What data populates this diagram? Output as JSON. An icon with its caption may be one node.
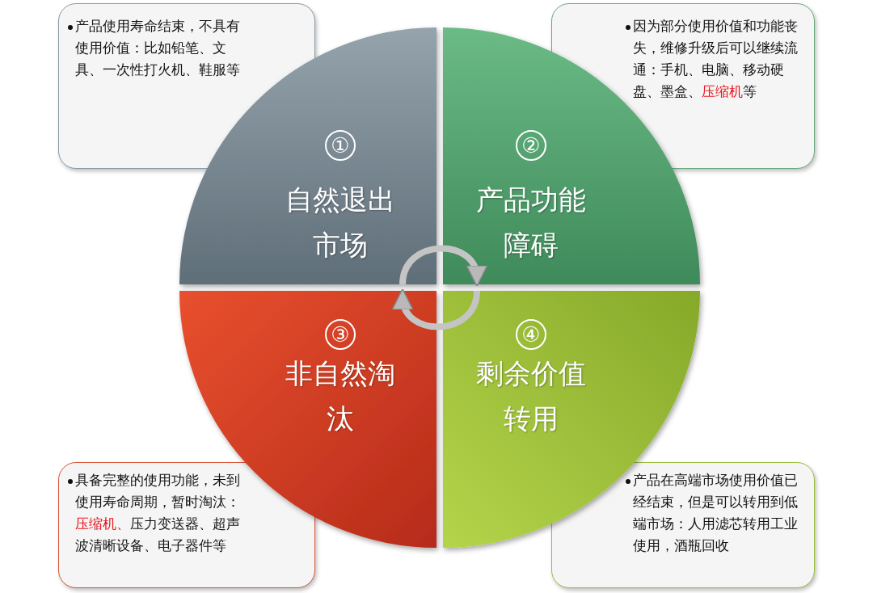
{
  "diagram": {
    "nodes": [
      {
        "text": [
          "产品使用寿命结束，不具有使用价值：比如铅笔、文具、一次性打火机、鞋服等"
        ]
      },
      {
        "text": [
          "因为部分使用价值和功能丧失，维修升级后可以继续流通：手机、电脑、移动硬盘、墨盒、**压缩机**等"
        ]
      },
      {
        "text": [
          "①",
          "自然退出市场"
        ]
      },
      {
        "text": [
          "②",
          "产品功能障碍"
        ]
      },
      {
        "text": [
          "③",
          "非自然淘汰"
        ]
      },
      {
        "text": [
          "④",
          "剩余价值转用"
        ]
      },
      {
        "text": [
          "具备完整的使用功能，未到使用寿命周期，暂时淘汰：**压缩机、**压力变送器、超声波清晰设备、电子器件等"
        ]
      },
      {
        "text": [
          "产品在高端市场使用价值已经结束，但是可以转用到低端市场：人用滤芯转用工业使用，酒瓶回收"
        ]
      }
    ],
    "edges": [
      {
        "from": 2,
        "to": 3,
        "arrow": "to"
      },
      {
        "from": 5,
        "to": 4,
        "arrow": "to"
      }
    ]
  }
}
